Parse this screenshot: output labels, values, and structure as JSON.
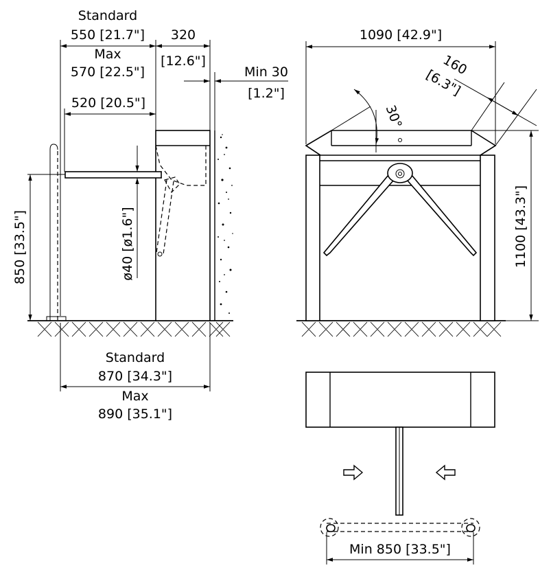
{
  "side_view": {
    "dim_550_title": "Standard",
    "dim_550": "550 [21.7\"]",
    "dim_570_title": "Max",
    "dim_570": "570 [22.5\"]",
    "dim_320": "320",
    "dim_320_in": "[12.6\"]",
    "dim_min30": "Min 30",
    "dim_min30_in": "[1.2\"]",
    "dim_520": "520 [20.5\"]",
    "dim_850": "850 [33.5\"]",
    "dim_dia": "ø40 [ø1.6\"]",
    "dim_870_title": "Standard",
    "dim_870": "870 [34.3\"]",
    "dim_890_title": "Max",
    "dim_890": "890 [35.1\"]"
  },
  "front_view": {
    "dim_1090": "1090 [42.9\"]",
    "dim_160": "160",
    "dim_160_in": "[6.3\"]",
    "dim_angle": "30°",
    "dim_1100": "1100 [43.3\"]"
  },
  "top_view": {
    "dim_min850": "Min 850 [33.5\"]"
  }
}
